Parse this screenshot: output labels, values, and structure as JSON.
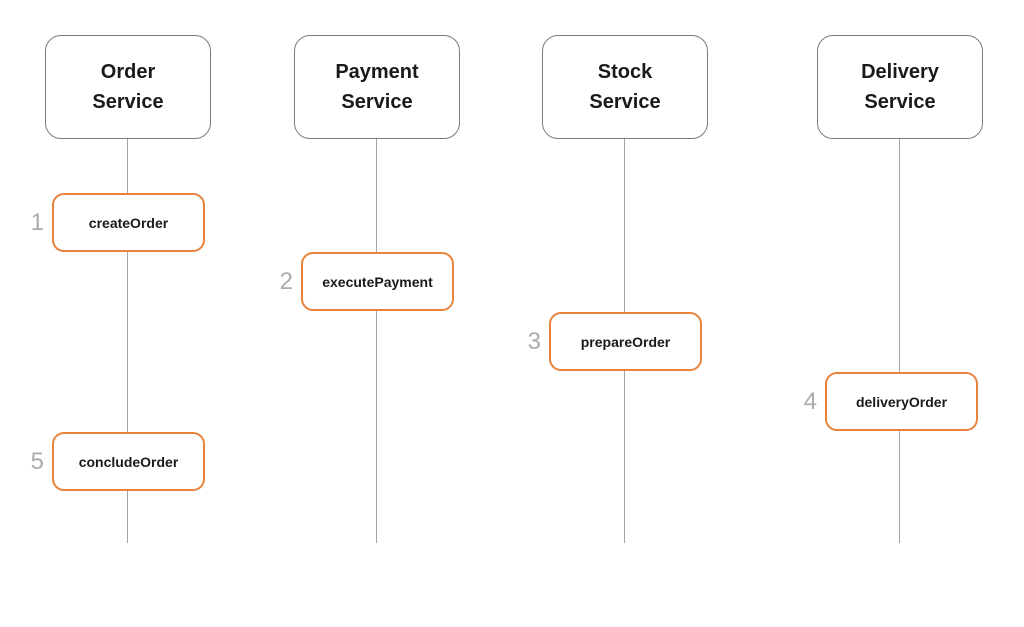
{
  "diagram": {
    "type": "service-sequence-diagram",
    "colors": {
      "operation_border_orange": "#e8823c",
      "service_border_gray": "#7d7d7d",
      "lifeline_gray": "#a3a3a3",
      "step_number_gray": "#ababab",
      "text_black": "#1a1a1a",
      "background": "#ffffff"
    },
    "services": [
      {
        "name": "Order Service"
      },
      {
        "name": "Payment Service"
      },
      {
        "name": "Stock Service"
      },
      {
        "name": "Delivery Service"
      }
    ],
    "operations": [
      {
        "number": "1",
        "label": "createOrder",
        "service": "Order Service"
      },
      {
        "number": "2",
        "label": "executePayment",
        "service": "Payment Service"
      },
      {
        "number": "3",
        "label": "prepareOrder",
        "service": "Stock Service"
      },
      {
        "number": "4",
        "label": "deliveryOrder",
        "service": "Delivery Service"
      },
      {
        "number": "5",
        "label": "concludeOrder",
        "service": "Order Service"
      }
    ]
  }
}
